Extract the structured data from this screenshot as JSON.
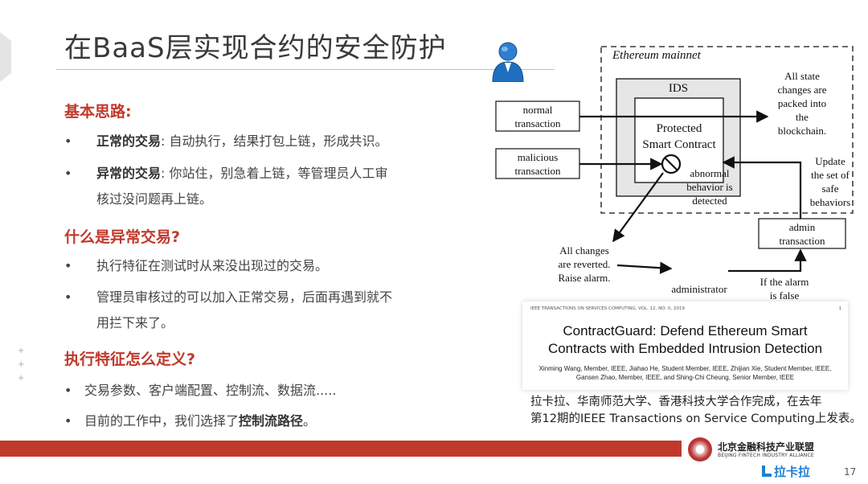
{
  "slide": {
    "title": "在BaaS层实现合约的安全防护",
    "page_number": "17",
    "side_marks": [
      "+",
      "+",
      "+"
    ]
  },
  "left": {
    "section1": {
      "heading": "基本思路:",
      "bullets": [
        {
          "bold": "正常的交易",
          "rest": ": 自动执行，结果打包上链，形成共识。"
        },
        {
          "bold": "异常的交易",
          "rest": ": 你站住，别急着上链，等管理员人工审",
          "cont": "核过没问题再上链。"
        }
      ]
    },
    "section2": {
      "heading": "什么是异常交易?",
      "bullets": [
        {
          "text": "执行特征在测试时从来没出现过的交易。"
        },
        {
          "text": "管理员审核过的可以加入正常交易，后面再遇到就不",
          "cont": "用拦下来了。"
        }
      ]
    },
    "section3": {
      "heading": "执行特征怎么定义?",
      "bullets": [
        {
          "text": "交易参数、客户端配置、控制流、数据流....."
        },
        {
          "pre": "目前的工作中，我们选择了",
          "bold": "控制流路径",
          "post": "。"
        }
      ]
    },
    "bullet_glyph": "•"
  },
  "diagram": {
    "mainnet_label": "Ethereum mainnet",
    "ids_label": "IDS",
    "contract_label_1": "Protected",
    "contract_label_2": "Smart Contract",
    "normal_tx_1": "normal",
    "normal_tx_2": "transaction",
    "malicious_tx_1": "malicious",
    "malicious_tx_2": "transaction",
    "abnormal_1": "abnormal",
    "abnormal_2": "behavior is",
    "abnormal_3": "detected",
    "state_1": "All state",
    "state_2": "changes are",
    "state_3": "packed into",
    "state_4": "the",
    "state_5": "blockchain.",
    "update_1": "Update",
    "update_2": "the set of",
    "update_3": "safe",
    "update_4": "behaviors",
    "admin_tx_1": "admin",
    "admin_tx_2": "transaction",
    "reverted_1": "All changes",
    "reverted_2": "are reverted.",
    "reverted_3": "Raise alarm.",
    "administrator": "administrator",
    "false_alarm_1": "If the alarm",
    "false_alarm_2": "is false",
    "colors": {
      "line": "#111111",
      "box_outer": "#e6e6e6",
      "person": "#1f6fbf"
    }
  },
  "paper": {
    "header": "IEEE TRANSACTIONS ON SERVICES COMPUTING,   VOL. 12,   NO. 0,   2019",
    "page": "1",
    "title_1": "ContractGuard: Defend Ethereum Smart",
    "title_2": "Contracts with Embedded Intrusion Detection",
    "authors_1": "Xinming Wang, Member, IEEE, Jiahao He, Student Member, IEEE, Zhijian Xie, Student Member, IEEE,",
    "authors_2": "Gansen Zhao, Member, IEEE, and Shing-Chi Cheung, Senior Member, IEEE"
  },
  "caption": {
    "line1": "拉卡拉、华南师范大学、香港科技大学合作完成，在去年",
    "line2": "第12期的IEEE Transactions on Service Computing上发表。"
  },
  "footer": {
    "org_cn": "北京金融科技产业联盟",
    "org_en": "BEIJING FINTECH INDUSTRY ALLIANCE",
    "brand": "拉卡拉",
    "band_color": "#c0392b"
  }
}
